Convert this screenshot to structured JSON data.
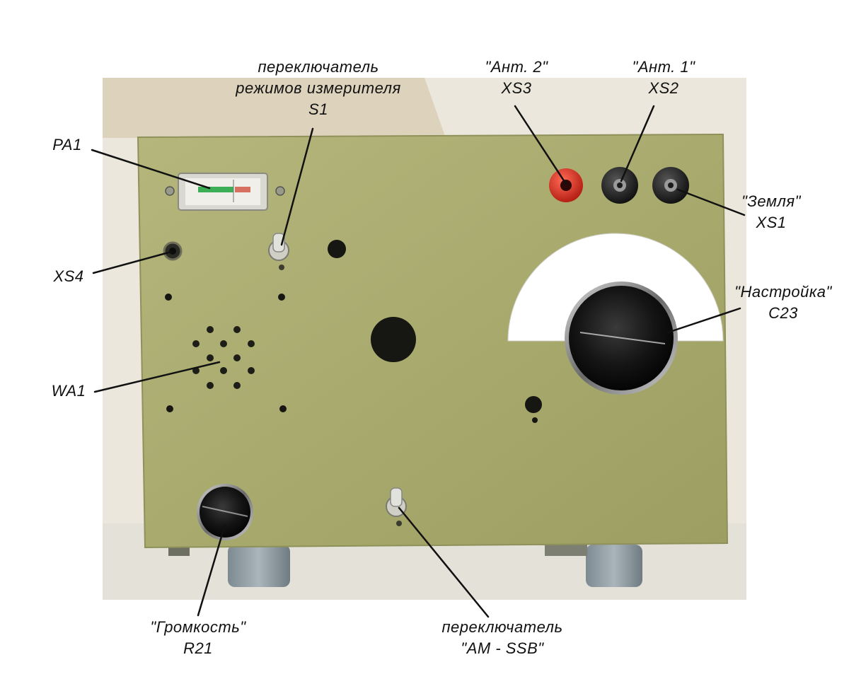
{
  "photo": {
    "subject": "radio receiver front panel",
    "panel_color": "#a9ab6f",
    "background_color": "#ece8dc",
    "knob_color": "#151515",
    "socket_red": "#d7261b",
    "socket_black": "#1c1c1c",
    "dial_scale_color": "#ffffff"
  },
  "labels": {
    "mode_switch": {
      "line1": "переключатель",
      "line2": "режимов измерителя",
      "line3": "S1"
    },
    "ant2": {
      "line1": "\"Ант. 2\"",
      "line2": "XS3"
    },
    "ant1": {
      "line1": "\"Ант. 1\"",
      "line2": "XS2"
    },
    "pa1": {
      "line1": "PA1"
    },
    "ground": {
      "line1": "\"Земля\"",
      "line2": "XS1"
    },
    "xs4": {
      "line1": "XS4"
    },
    "tuning": {
      "line1": "\"Настройка\"",
      "line2": "C23"
    },
    "wa1": {
      "line1": "WA1"
    },
    "volume": {
      "line1": "\"Громкость\"",
      "line2": "R21"
    },
    "am_ssb": {
      "line1": "переключатель",
      "line2": "\"AM - SSB\""
    }
  }
}
